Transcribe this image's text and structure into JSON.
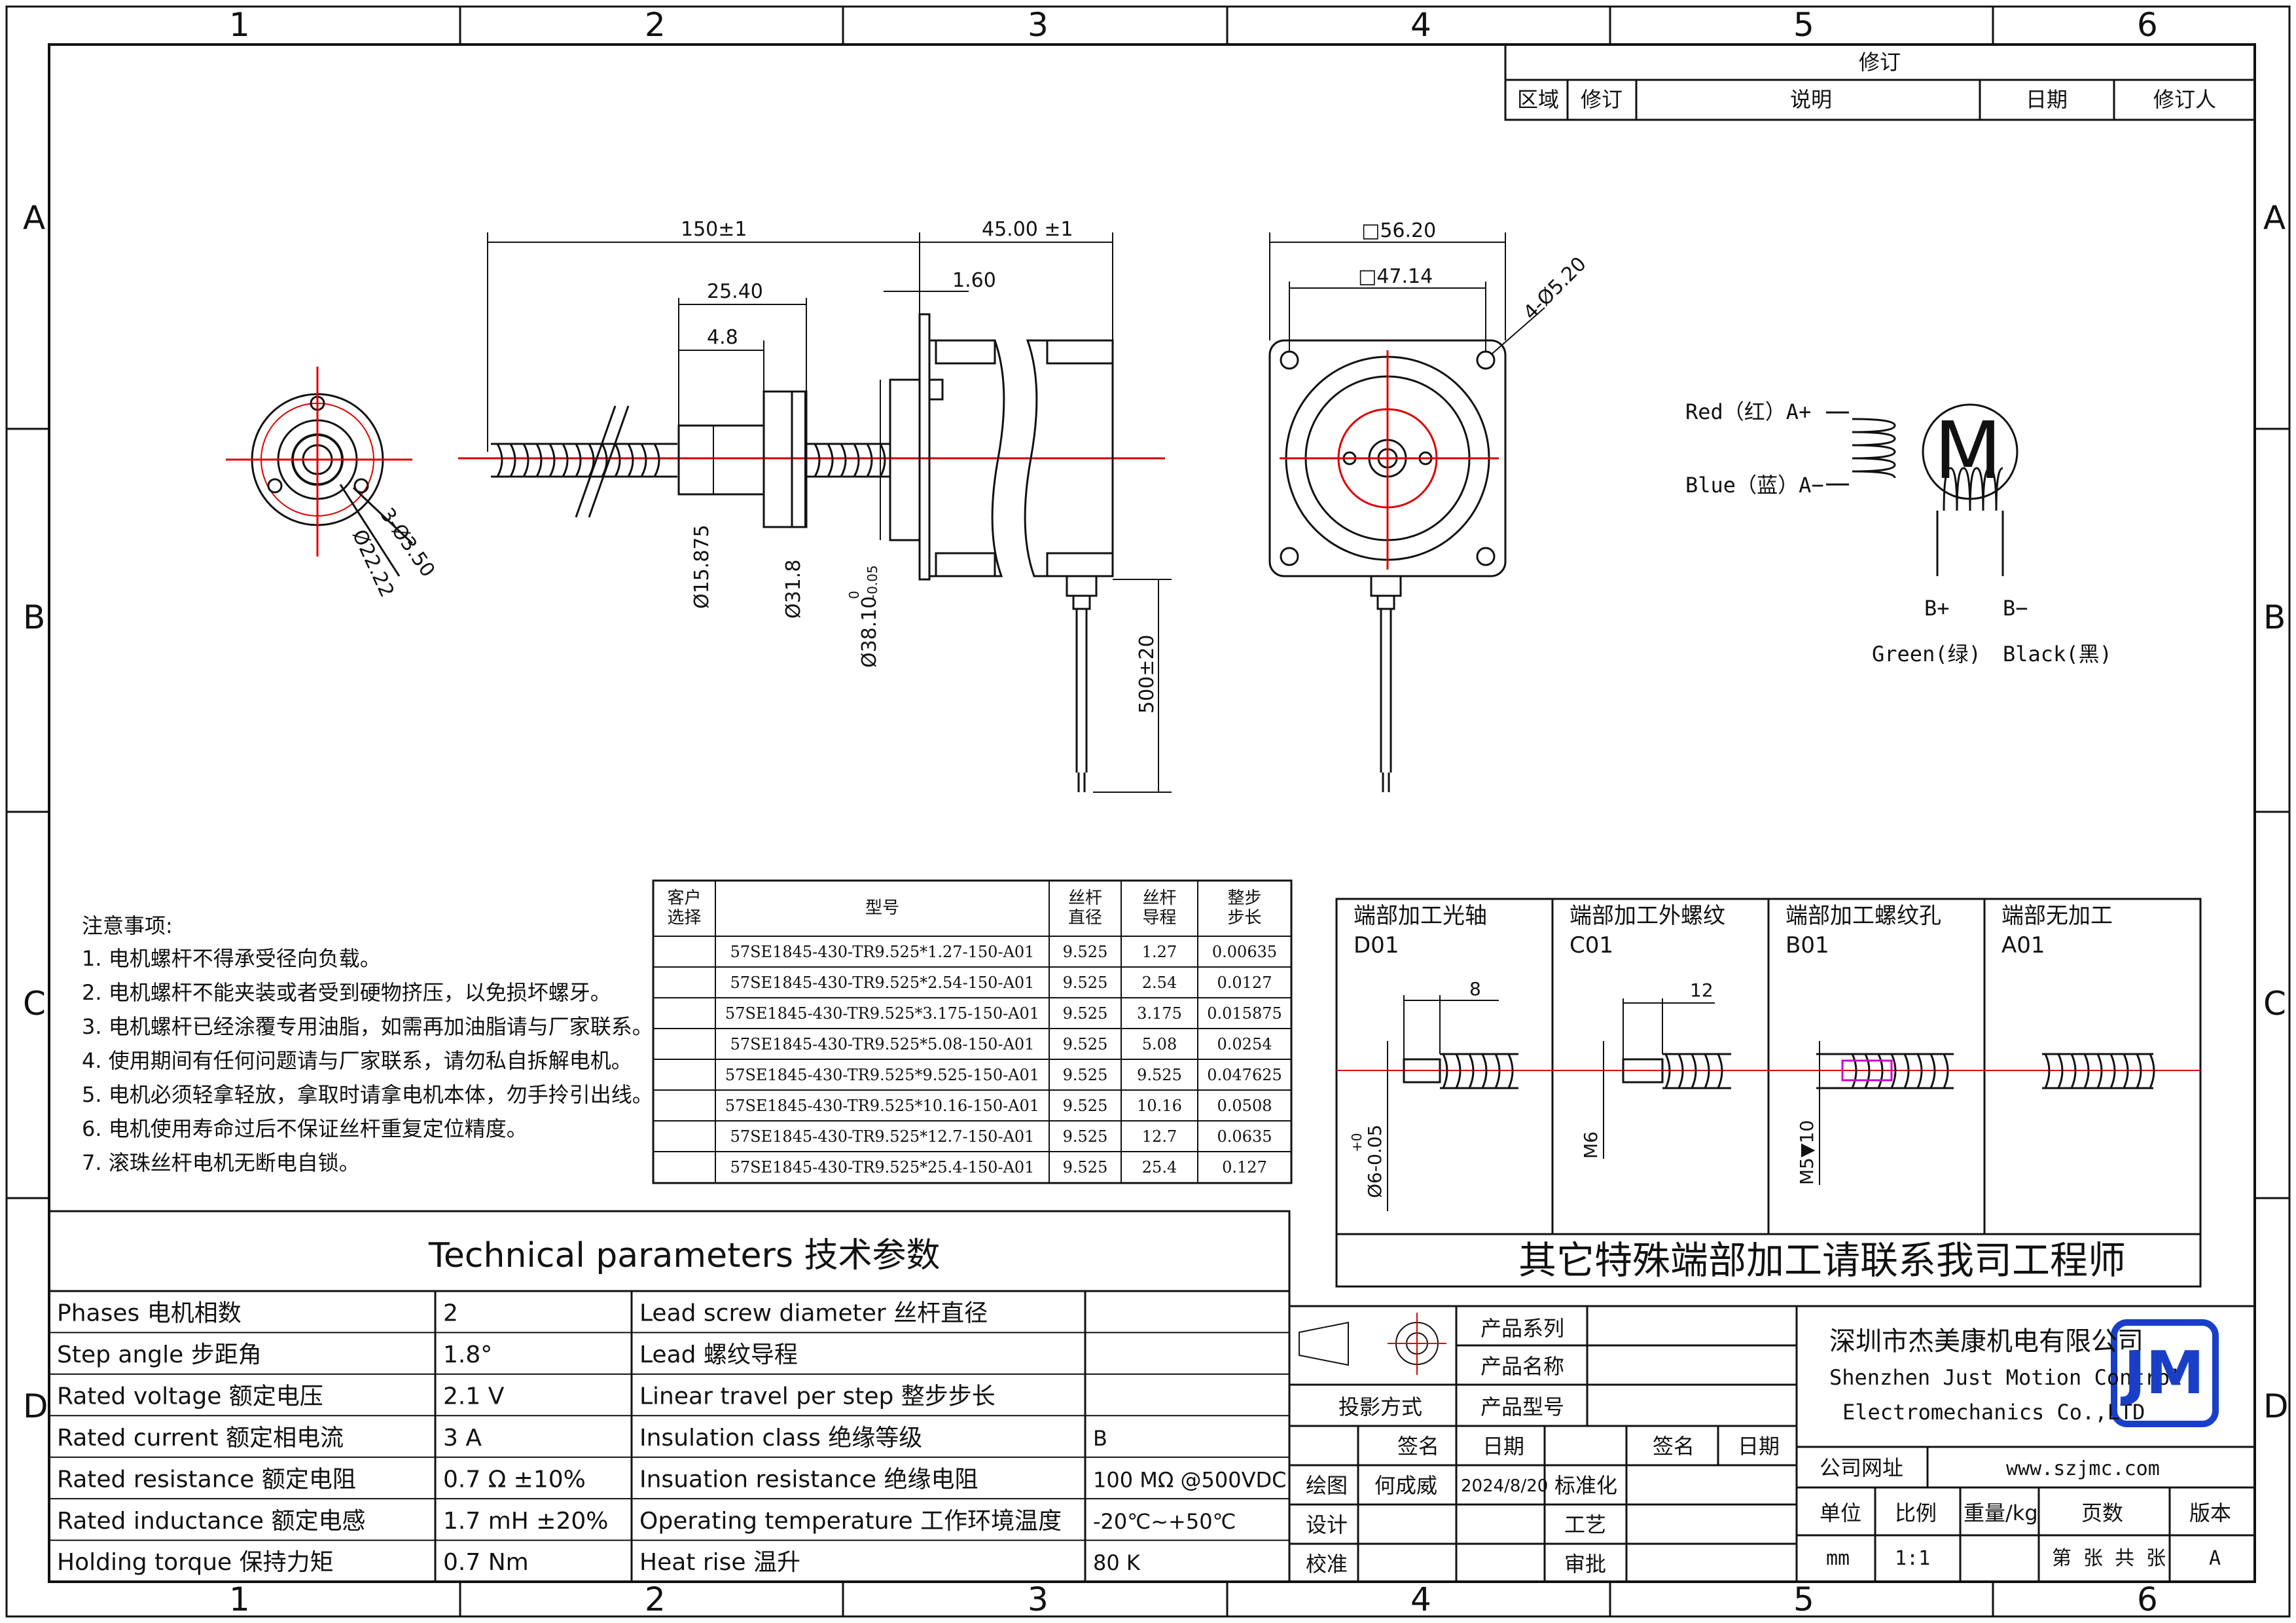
{
  "frame": {
    "col_labels": [
      "1",
      "2",
      "3",
      "4",
      "5",
      "6"
    ],
    "row_labels": [
      "A",
      "B",
      "C",
      "D"
    ]
  },
  "revision": {
    "title": "修订",
    "headers": [
      "区域",
      "修订",
      "说明",
      "日期",
      "修订人"
    ]
  },
  "dims": {
    "total_length": "150±1",
    "body_length": "45.00 ±1",
    "nut_length": "25.40",
    "nut_flange": "4.8",
    "flange_thk": "1.60",
    "screw_dia": "Ø15.875",
    "nut_dia": "Ø31.8",
    "boss_dia": "Ø38.10",
    "boss_tol_upper": "0",
    "boss_tol_lower": "-0.05",
    "lead_length": "500±20",
    "square_outer": "□56.20",
    "square_inner": "□47.14",
    "holes": "4-Ø5.20",
    "nut_holes": "3-Ø3.50",
    "nut_pcd": "Ø22.22"
  },
  "wiring": {
    "red": "Red（红）A+",
    "blue": "Blue（蓝）A−",
    "motor": "M",
    "bplus": "B+",
    "bminus": "B−",
    "green": "Green(绿)",
    "black": "Black(黑)"
  },
  "notes": {
    "title": "注意事项:",
    "items": [
      "1.  电机螺杆不得承受径向负载。",
      "2.  电机螺杆不能夹装或者受到硬物挤压，以免损坏螺牙。",
      "3.  电机螺杆已经涂覆专用油脂，如需再加油脂请与厂家联系。",
      "4.  使用期间有任何问题请与厂家联系，请勿私自拆解电机。",
      "5.  电机必须轻拿轻放，拿取时请拿电机本体，勿手拎引出线。",
      "6.  电机使用寿命过后不保证丝杆重复定位精度。",
      "7.  滚珠丝杆电机无断电自锁。"
    ]
  },
  "model_table": {
    "headers": [
      "客户\n选择",
      "型号",
      "丝杆\n直径",
      "丝杆\n导程",
      "整步\n步长"
    ],
    "rows": [
      [
        "",
        "57SE1845-430-TR9.525*1.27-150-A01",
        "9.525",
        "1.27",
        "0.00635"
      ],
      [
        "",
        "57SE1845-430-TR9.525*2.54-150-A01",
        "9.525",
        "2.54",
        "0.0127"
      ],
      [
        "",
        "57SE1845-430-TR9.525*3.175-150-A01",
        "9.525",
        "3.175",
        "0.015875"
      ],
      [
        "",
        "57SE1845-430-TR9.525*5.08-150-A01",
        "9.525",
        "5.08",
        "0.0254"
      ],
      [
        "",
        "57SE1845-430-TR9.525*9.525-150-A01",
        "9.525",
        "9.525",
        "0.047625"
      ],
      [
        "",
        "57SE1845-430-TR9.525*10.16-150-A01",
        "9.525",
        "10.16",
        "0.0508"
      ],
      [
        "",
        "57SE1845-430-TR9.525*12.7-150-A01",
        "9.525",
        "12.7",
        "0.0635"
      ],
      [
        "",
        "57SE1845-430-TR9.525*25.4-150-A01",
        "9.525",
        "25.4",
        "0.127"
      ]
    ]
  },
  "end_types": {
    "panels": [
      {
        "title": "端部加工光轴",
        "code": "D01",
        "dim": "8",
        "vdim": "Ø6-0.05",
        "vtol": "+0"
      },
      {
        "title": "端部加工外螺纹",
        "code": "C01",
        "dim": "12",
        "vdim": "M6",
        "vtol": ""
      },
      {
        "title": "端部加工螺纹孔",
        "code": "B01",
        "dim": "",
        "vdim": "M5▼10",
        "vtol": ""
      },
      {
        "title": "端部无加工",
        "code": "A01",
        "dim": "",
        "vdim": "",
        "vtol": ""
      }
    ],
    "footer": "其它特殊端部加工请联系我司工程师"
  },
  "tech": {
    "title": "Technical parameters 技术参数",
    "rows": [
      [
        "Phases 电机相数",
        "2",
        "Lead screw diameter 丝杆直径",
        ""
      ],
      [
        "Step angle 步距角",
        "1.8°",
        "Lead 螺纹导程",
        ""
      ],
      [
        "Rated voltage 额定电压",
        "2.1 V",
        "Linear travel per step 整步步长",
        ""
      ],
      [
        "Rated current 额定相电流",
        "3 A",
        "Insulation class 绝缘等级",
        "B"
      ],
      [
        "Rated resistance 额定电阻",
        "0.7 Ω  ±10%",
        "Insuation resistance 绝缘电阻",
        "100 MΩ @500VDC"
      ],
      [
        "Rated inductance 额定电感",
        "1.7 mH ±20%",
        "Operating temperature 工作环境温度",
        "-20℃~+50℃"
      ],
      [
        "Holding torque 保持力矩",
        "0.7 Nm",
        "Heat rise 温升",
        "80 K"
      ]
    ]
  },
  "title_block": {
    "projection": "投影方式",
    "series": "产品系列",
    "name": "产品名称",
    "model": "产品型号",
    "sign": "签名",
    "date": "日期",
    "draw": "绘图",
    "drawer": "何成威",
    "draw_date": "2024/8/20",
    "design": "设计",
    "check": "校准",
    "standard": "标准化",
    "process": "工艺",
    "approve": "审批",
    "sign2": "签名",
    "date2": "日期",
    "company_cn": "深圳市杰美康机电有限公司",
    "company_en1": "Shenzhen Just Motion Control",
    "company_en2": "Electromechanics Co.,LTD",
    "website_label": "公司网址",
    "website": "www.szjmc.com",
    "unit": "单位",
    "scale": "比例",
    "weight": "重量/kg",
    "pages": "页数",
    "version": "版本",
    "unit_val": "mm",
    "scale_val": "1:1",
    "pages_val": "第 张 共 张",
    "version_val": "A",
    "logo_text": "JM"
  }
}
